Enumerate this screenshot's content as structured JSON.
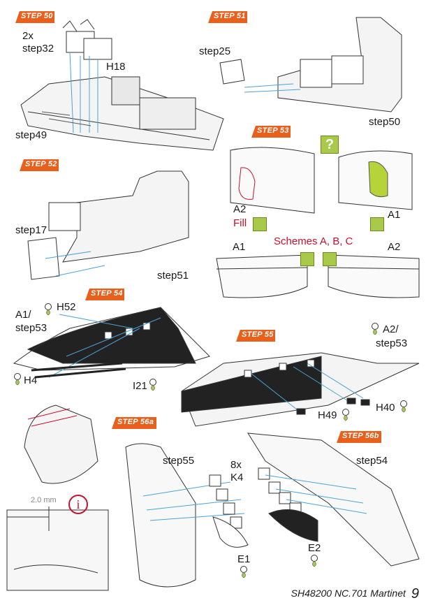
{
  "steps": {
    "s50": "STEP 50",
    "s51": "STEP 51",
    "s52": "STEP 52",
    "s53": "STEP 53",
    "s54": "STEP 54",
    "s55": "STEP 55",
    "s56a": "STEP 56a",
    "s56b": "STEP 56b"
  },
  "labels": {
    "two_x": "2x",
    "step32": "step32",
    "h18": "H18",
    "step49": "step49",
    "step25": "step25",
    "step50": "step50",
    "step17": "step17",
    "step51": "step51",
    "a2_top": "A2",
    "fill": "Fill",
    "a1_top": "A1",
    "question": "?",
    "a1_bottom": "A1",
    "schemes": "Schemes A, B, C",
    "a2_bottom": "A2",
    "a1_slash": "A1/",
    "h52": "H52",
    "step53_left": "step53",
    "h4": "H4",
    "i21": "I21",
    "a2_slash": "A2/",
    "step53_right": "step53",
    "h49": "H49",
    "h40": "H40",
    "mm": "2.0 mm",
    "info": "i",
    "step55": "step55",
    "eight_x": "8x",
    "k4": "K4",
    "step54": "step54",
    "e1": "E1",
    "e2": "E2"
  },
  "footer": {
    "title": "SH48200 NC.701 Martinet",
    "page": "9"
  },
  "colors": {
    "step_badge": "#e8601c",
    "accent_red": "#c8102e",
    "fill_green": "#a8c94a",
    "leader_blue": "#4aa3d8"
  }
}
